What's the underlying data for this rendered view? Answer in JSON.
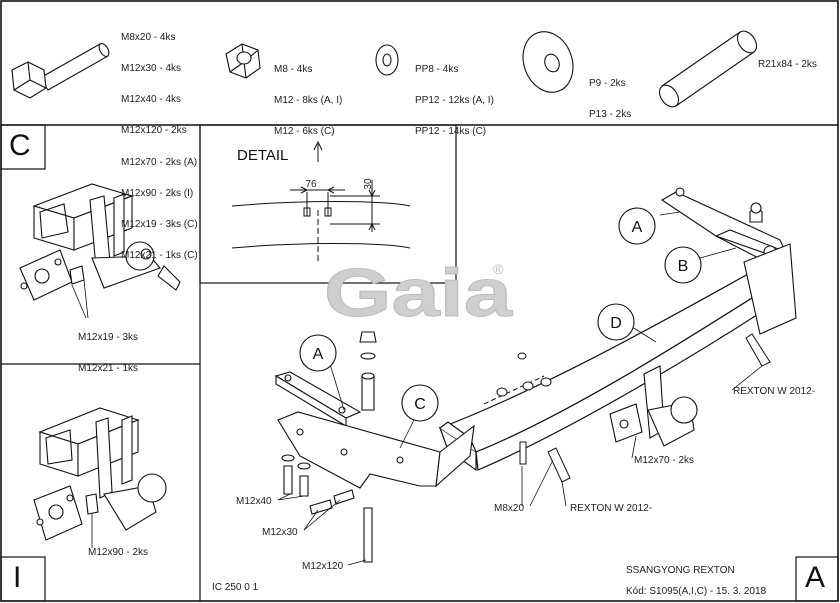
{
  "hardware": {
    "bolts": [
      "M8x20 - 4ks",
      "M12x30 - 4ks",
      "M12x40 - 4ks",
      "M12x120 - 2ks",
      "M12x70 - 2ks (A)",
      "M12x90 - 2ks (I)",
      "M12x19 - 3ks (C)",
      "M12x21 - 1ks (C)"
    ],
    "nuts": [
      "M8 - 4ks",
      "M12 - 8ks (A, I)",
      "M12 - 6ks (C)"
    ],
    "washers": [
      "PP8 - 4ks",
      "PP12 - 12ks (A, I)",
      "PP12 - 14ks (C)"
    ],
    "plates": [
      "P9 - 2ks",
      "P13 - 2ks"
    ],
    "tube": "R21x84 - 2ks"
  },
  "panels": {
    "c_letter": "C",
    "c_labels": [
      "M12x19 - 3ks",
      "M12x21 - 1ks"
    ],
    "i_letter": "I",
    "i_label": "M12x90 - 2ks",
    "a_letter": "A"
  },
  "detail": {
    "title": "DETAIL",
    "dim_width": "76",
    "dim_height": "30"
  },
  "main": {
    "logo": "Gaia",
    "logo_mark": "®",
    "callouts": [
      "A",
      "B",
      "C",
      "D",
      "A"
    ],
    "labels": {
      "m12x40": "M12x40",
      "m12x30": "M12x30",
      "m12x120": "M12x120",
      "m8x20": "M8x20",
      "m12x70": "M12x70 - 2ks",
      "rexton_bottom": "REXTON W 2012-",
      "rexton_right": "REXTON W 2012-"
    }
  },
  "footer": {
    "drawing_no": "IC 250 0 1",
    "vehicle": "SSANGYONG REXTON",
    "code": "Kód: S1095(A,I,C) - 15. 3. 2018"
  }
}
